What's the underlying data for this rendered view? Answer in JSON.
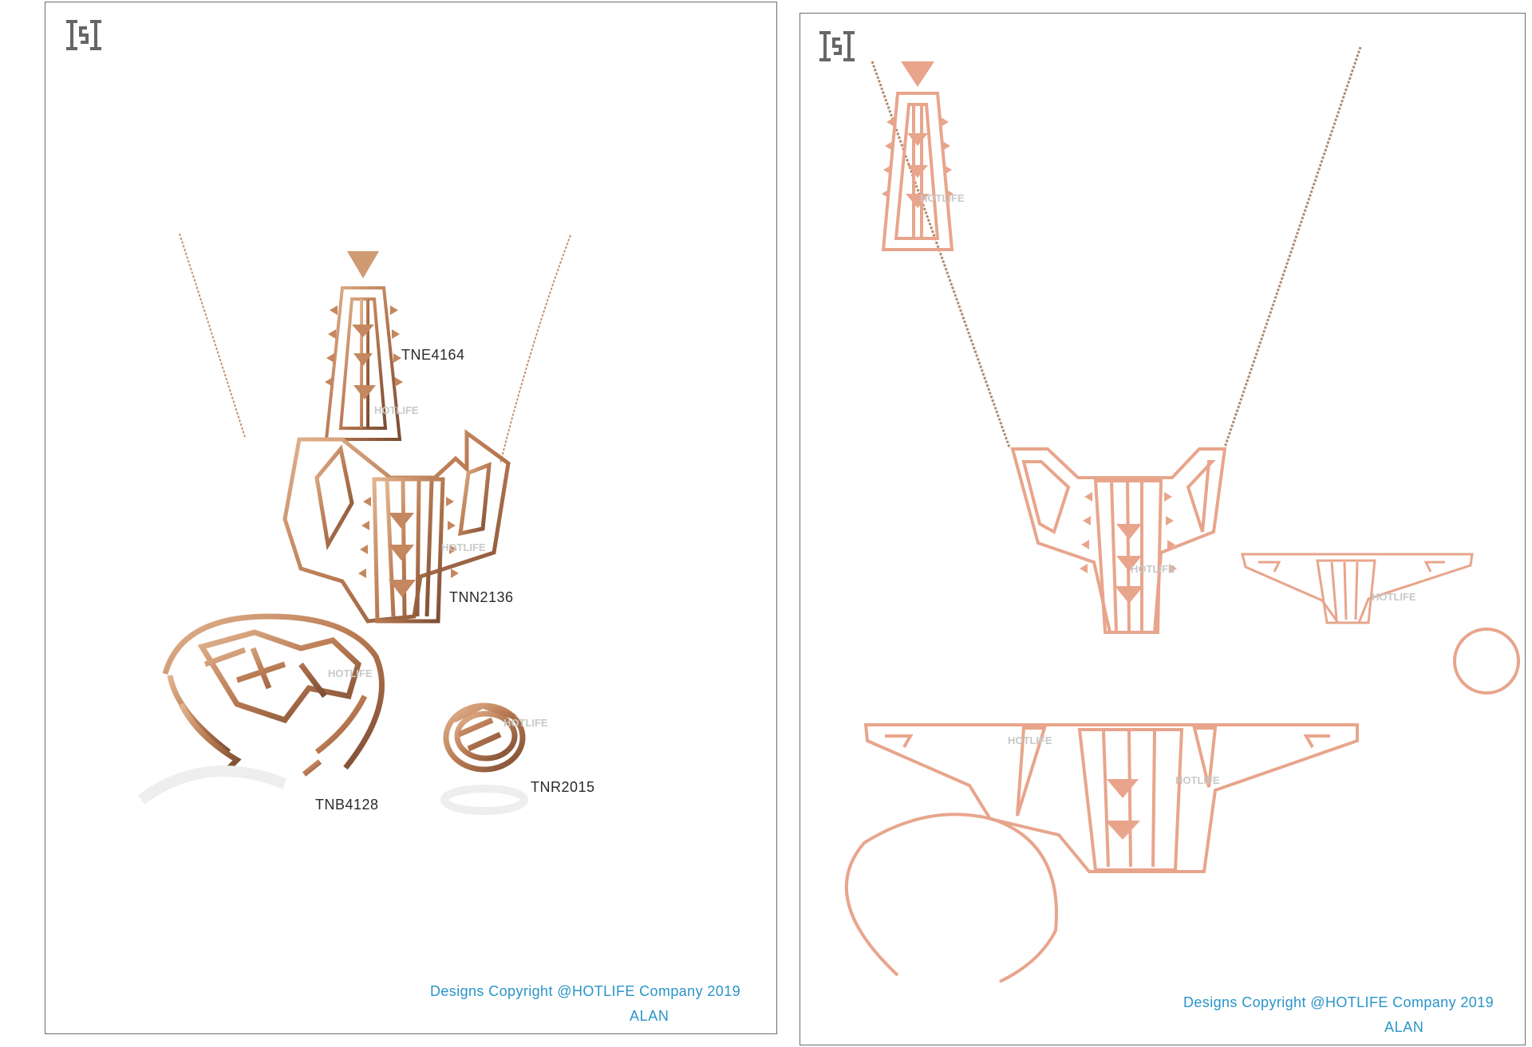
{
  "colors": {
    "rose_gold": "#c9906a",
    "rose_gold_dark": "#8a5a3e",
    "flat_line": "#e8a58c",
    "copyright_blue": "#2a94c8",
    "border": "#6e6e6e"
  },
  "left_sheet": {
    "labels": {
      "earring": "TNE4164",
      "necklace": "TNN2136",
      "bangle": "TNB4128",
      "ring": "TNR2015"
    },
    "watermark": "HOTLIFE",
    "copyright": "Designs Copyright @HOTLIFE Company 2019",
    "author": "ALAN"
  },
  "right_sheet": {
    "watermark": "HOTLIFE",
    "copyright": "Designs Copyright @HOTLIFE Company 2019",
    "author": "ALAN"
  },
  "icons": {
    "brand_logo": "HS-monogram-icon"
  }
}
